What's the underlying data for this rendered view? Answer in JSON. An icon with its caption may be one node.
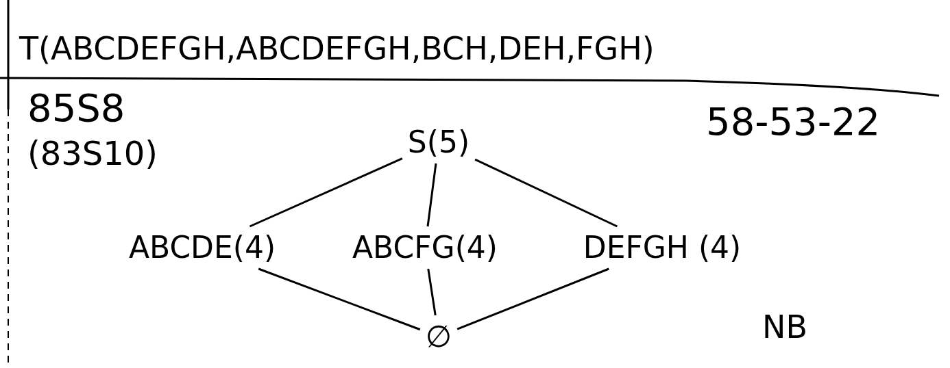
{
  "diagram": {
    "nodes": [
      {
        "text": [
          "S(5)"
        ]
      },
      {
        "text": [
          "ABCDE(4)"
        ]
      },
      {
        "text": [
          "ABCFG(4)"
        ]
      },
      {
        "text": [
          "DEFGH (4)"
        ]
      },
      {
        "text": [
          "∅"
        ]
      }
    ],
    "edges": [
      {
        "from": 0,
        "to": 1,
        "arrow": "none"
      },
      {
        "from": 0,
        "to": 2,
        "arrow": "none"
      },
      {
        "from": 0,
        "to": 3,
        "arrow": "none"
      },
      {
        "from": 1,
        "to": 4,
        "arrow": "none"
      },
      {
        "from": 2,
        "to": 4,
        "arrow": "none"
      },
      {
        "from": 3,
        "to": 4,
        "arrow": "none"
      }
    ],
    "labels": [
      "T(ABCDEFGH,ABCDEFGH,BCH,DEH,FGH)",
      "85S8",
      "(83S10)",
      "58-53-22",
      "NB"
    ]
  }
}
